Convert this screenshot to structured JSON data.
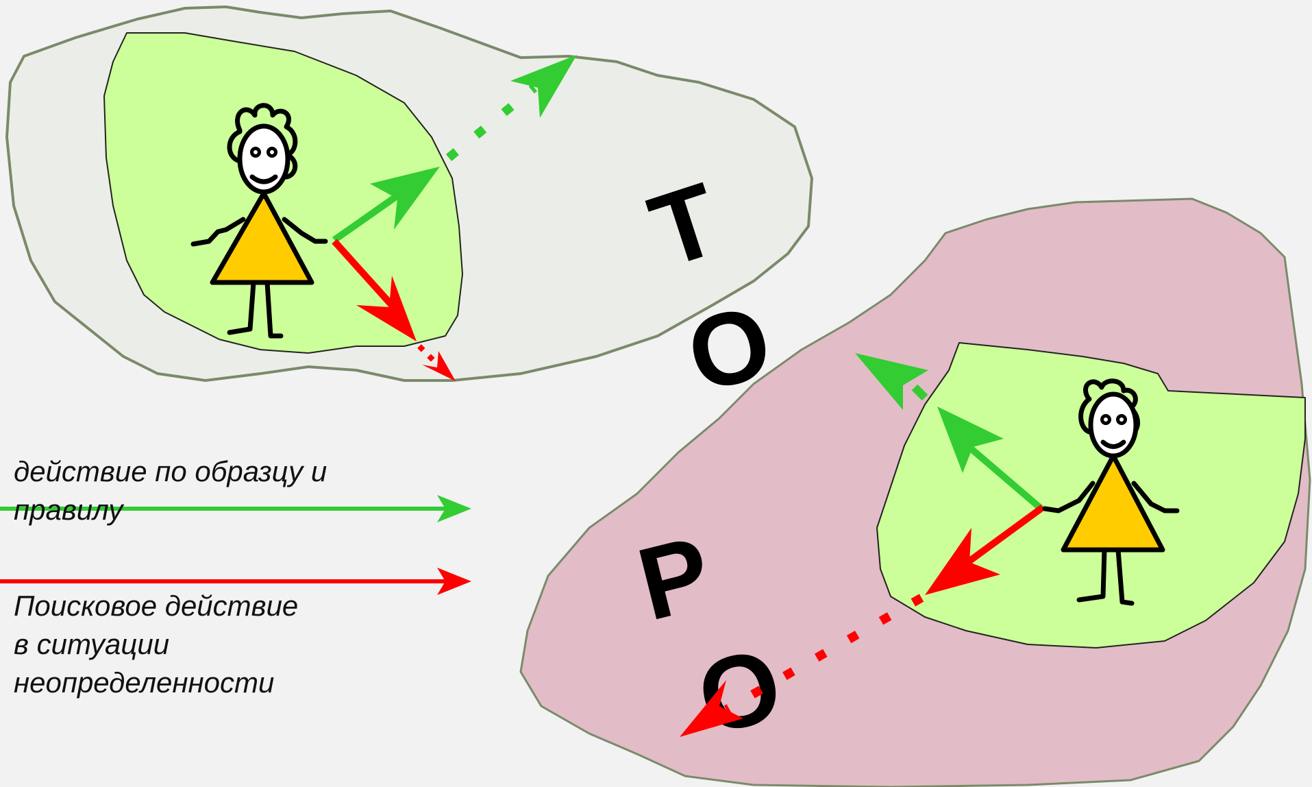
{
  "legend": {
    "green_label": "действие по образцу и\nправилу",
    "red_label": "Поисковое действие\nв ситуации\nнеопределенности"
  },
  "word_letters": [
    "Т",
    "О",
    "Р",
    "О"
  ],
  "colors": {
    "background": "#f2f2f2",
    "zone_gray": "#ebeee8",
    "zone_pink": "#e2bcc6",
    "zone_green": "#ccff99",
    "arrow_green": "#33cc33",
    "arrow_red": "#ff0000",
    "figure_dress": "#ffcc00"
  }
}
